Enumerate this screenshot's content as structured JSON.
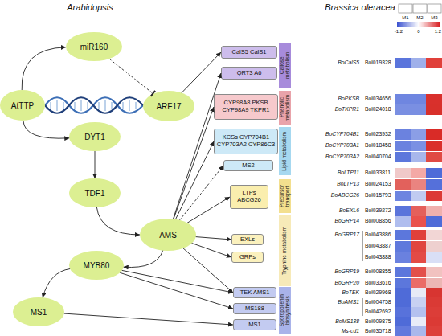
{
  "diagram": {
    "nodes": [
      {
        "text": [
          "AtTTP"
        ]
      },
      {
        "text": [
          "miR160"
        ]
      },
      {
        "text": [
          "ARF17"
        ]
      },
      {
        "text": [
          "DYT1"
        ]
      },
      {
        "text": [
          "TDF1"
        ]
      },
      {
        "text": [
          "AMS"
        ]
      },
      {
        "text": [
          "MYB80"
        ]
      },
      {
        "text": [
          "MS1"
        ]
      },
      {
        "text": [
          "CalS5 CalS1"
        ]
      },
      {
        "text": [
          "QRT3 A6"
        ]
      },
      {
        "text": [
          "CYP98A8 PKSB CYP98A9 TKPR1"
        ]
      },
      {
        "text": [
          "KCSs CYP704B1 CYP703A2 CYP86C3"
        ]
      },
      {
        "text": [
          "MS2"
        ]
      },
      {
        "text": [
          "LTPs ABCG26"
        ]
      },
      {
        "text": [
          "EXLs"
        ]
      },
      {
        "text": [
          "GRPs"
        ]
      },
      {
        "text": [
          "TEK AMS1"
        ]
      },
      {
        "text": [
          "MS188"
        ]
      },
      {
        "text": [
          "MS1"
        ]
      },
      {
        "text": [
          "Callose metabolism"
        ]
      },
      {
        "text": [
          "Phenolic metabolism"
        ]
      },
      {
        "text": [
          "Lipid metabolism"
        ]
      },
      {
        "text": [
          "Precursor transport"
        ]
      },
      {
        "text": [
          "Tryphine metabolism"
        ]
      },
      {
        "text": [
          "Sporopollenin biosynthesis"
        ]
      }
    ],
    "edges": [
      {
        "from": 0,
        "to": 1,
        "arrow": "to"
      },
      {
        "from": 0,
        "to": 3,
        "arrow": "to"
      },
      {
        "from": 1,
        "to": 2,
        "arrow": "to"
      },
      {
        "from": 3,
        "to": 4,
        "arrow": "to"
      },
      {
        "from": 4,
        "to": 5,
        "arrow": "to"
      },
      {
        "from": 5,
        "to": 6,
        "arrow": "to"
      },
      {
        "from": 6,
        "to": 7,
        "arrow": "to"
      },
      {
        "from": 2,
        "to": 8,
        "arrow": "to"
      },
      {
        "from": 5,
        "to": 9,
        "arrow": "to"
      },
      {
        "from": 5,
        "to": 10,
        "arrow": "to"
      },
      {
        "from": 5,
        "to": 11,
        "arrow": "to"
      },
      {
        "from": 5,
        "to": 12,
        "arrow": "to"
      },
      {
        "from": 5,
        "to": 13,
        "arrow": "to"
      },
      {
        "from": 5,
        "to": 14,
        "arrow": "to"
      },
      {
        "from": 5,
        "to": 15,
        "arrow": "to"
      },
      {
        "from": 5,
        "to": 16,
        "arrow": "to"
      },
      {
        "from": 6,
        "to": 16,
        "arrow": "to"
      },
      {
        "from": 6,
        "to": 17,
        "arrow": "to"
      },
      {
        "from": 7,
        "to": 18,
        "arrow": "to"
      }
    ],
    "labels": [
      "Arabidopsis",
      "Brassica oleracea",
      "M1",
      "M2",
      "M3",
      "-1.2",
      "0",
      "1.2",
      "BoCalS5",
      "Bol019328",
      "BoPKSB",
      "Bol034656",
      "BoTKPR1",
      "Bol024018",
      "BoCYP704B1",
      "Bol023932",
      "BoCYP703A1",
      "Bol018458",
      "BoCYP703A2",
      "Bol040704",
      "BoLTP11",
      "Bol033811",
      "BoLTP13",
      "Bol024153",
      "BoABCG26",
      "Bol015793",
      "BoEXL6",
      "Bol039272",
      "BoGRP14",
      "Bol008856",
      "BoGRP17",
      "Bol043886",
      "Bol043887",
      "Bol043888",
      "BoGRP19",
      "Bol008855",
      "BoGRP20",
      "Bol033616",
      "BoTEK",
      "Bol029968",
      "BoAMS1",
      "Bol004758",
      "Bol042692",
      "BoMS188",
      "Bol009875",
      "Ms-cd1",
      "Bol035718"
    ]
  }
}
